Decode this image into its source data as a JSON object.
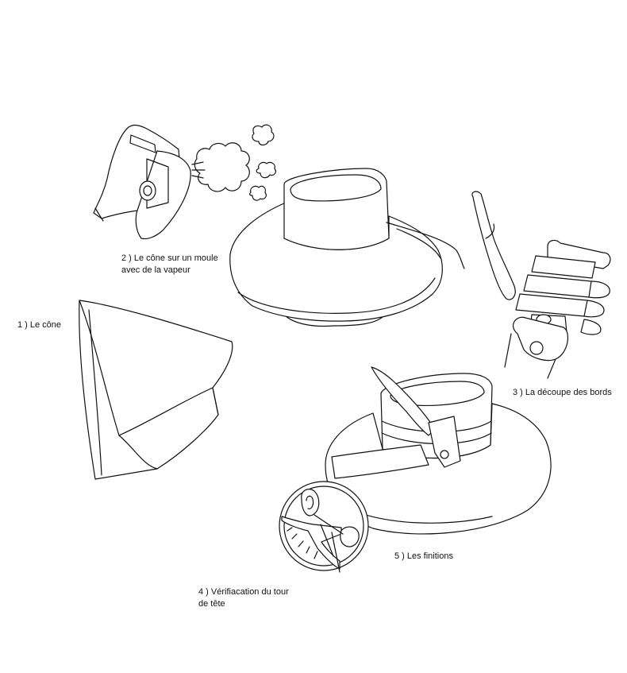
{
  "steps": [
    {
      "id": 1,
      "lines": [
        "1 ) Le cône"
      ]
    },
    {
      "id": 2,
      "lines": [
        "2 ) Le cône sur un moule",
        "avec de la vapeur"
      ]
    },
    {
      "id": 3,
      "lines": [
        "3 ) La découpe des bords"
      ]
    },
    {
      "id": 4,
      "lines": [
        "4 ) Vérifiacation du tour",
        "de tête"
      ]
    },
    {
      "id": 5,
      "lines": [
        "5 ) Les finitions"
      ]
    }
  ],
  "colors": {
    "ink": "#111111",
    "paper": "#ffffff"
  },
  "icons": [
    "felt-cone-icon",
    "steam-iron-icon",
    "steam-cloud-icon",
    "hat-on-mold-icon",
    "cutting-tool-icon",
    "finished-hat-icon",
    "head-measure-icon",
    "scissors-icon"
  ]
}
